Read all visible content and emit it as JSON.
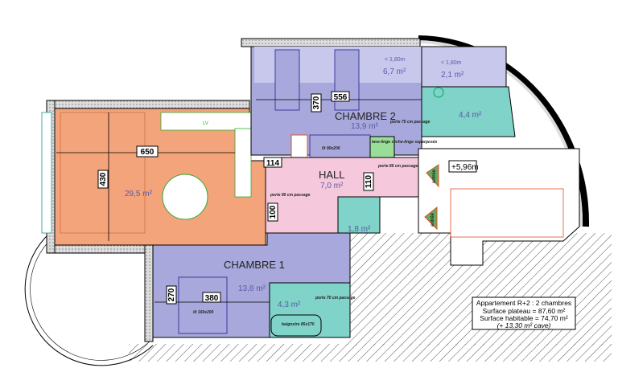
{
  "rooms": {
    "living": {
      "area": "29,5 m²"
    },
    "chambre2": {
      "name": "CHAMBRE 2",
      "area": "13,9 m²",
      "low_area": "6,7 m²",
      "low_note": "< 1,80m"
    },
    "storage": {
      "area": "2,1 m²",
      "note": "< 1,80m"
    },
    "bath2": {
      "area": "4,4 m²"
    },
    "hall": {
      "name": "HALL",
      "area": "7,0 m²"
    },
    "wc": {
      "area": "1,8 m²"
    },
    "chambre1": {
      "name": "CHAMBRE 1",
      "area": "13,8 m²"
    },
    "bath1": {
      "area": "4,3 m²"
    }
  },
  "dimensions": {
    "living_w": "650",
    "living_h": "430",
    "ch2_w": "556",
    "ch2_h": "370",
    "corr": "114",
    "hall_h": "110",
    "hall_w": "100",
    "ch1_w": "380",
    "ch1_h": "270"
  },
  "labels": {
    "level": "+5,96m",
    "entry1": "entrée",
    "entry2": "entrée",
    "lv": "LV",
    "door90": "porte 90 cm passage",
    "door75": "porte 75 cm passage",
    "door85": "porte 85 cm passage",
    "door70": "porte 70 cm passage",
    "bed": "lit 90x200",
    "bed2": "lit 160x200",
    "tub": "baignoire 85x170",
    "laundry": "lave-linge sèche-linge superposés"
  },
  "info": {
    "title": "Appartement R+2 : 2 chambres",
    "plateau": "Surface plateau = 87,60 m²",
    "habitable": "Surface habitable = 74,70 m²",
    "cave": "(+ 13,30 m² cave)"
  }
}
